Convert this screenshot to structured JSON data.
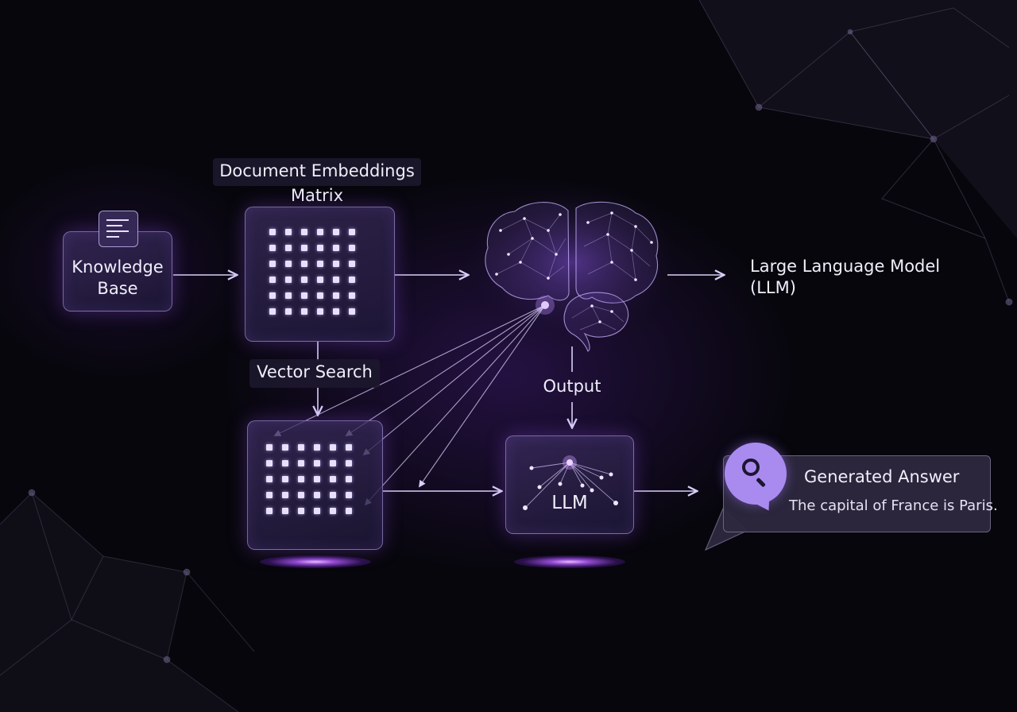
{
  "nodes": {
    "knowledge_base": {
      "line1": "Knowledge",
      "line2": "Base",
      "icon": "document-icon"
    },
    "embeddings": {
      "title_line1": "Document Embeddings",
      "title_line2": "Matrix"
    },
    "vector_search": {
      "label": "Vector Search"
    },
    "llm_brain": {
      "line1": "Large Language Model",
      "line2": "(LLM)",
      "icon": "brain-icon"
    },
    "output": {
      "label": "Output"
    },
    "llm_box": {
      "label": "LLM"
    },
    "answer": {
      "title": "Generated Answer",
      "text": "The capital of France is Paris.",
      "icon": "search-icon"
    }
  },
  "colors": {
    "background": "#07060c",
    "accent": "#a07cff",
    "box_border": "#bfaaf0",
    "text": "#f1eefb"
  }
}
